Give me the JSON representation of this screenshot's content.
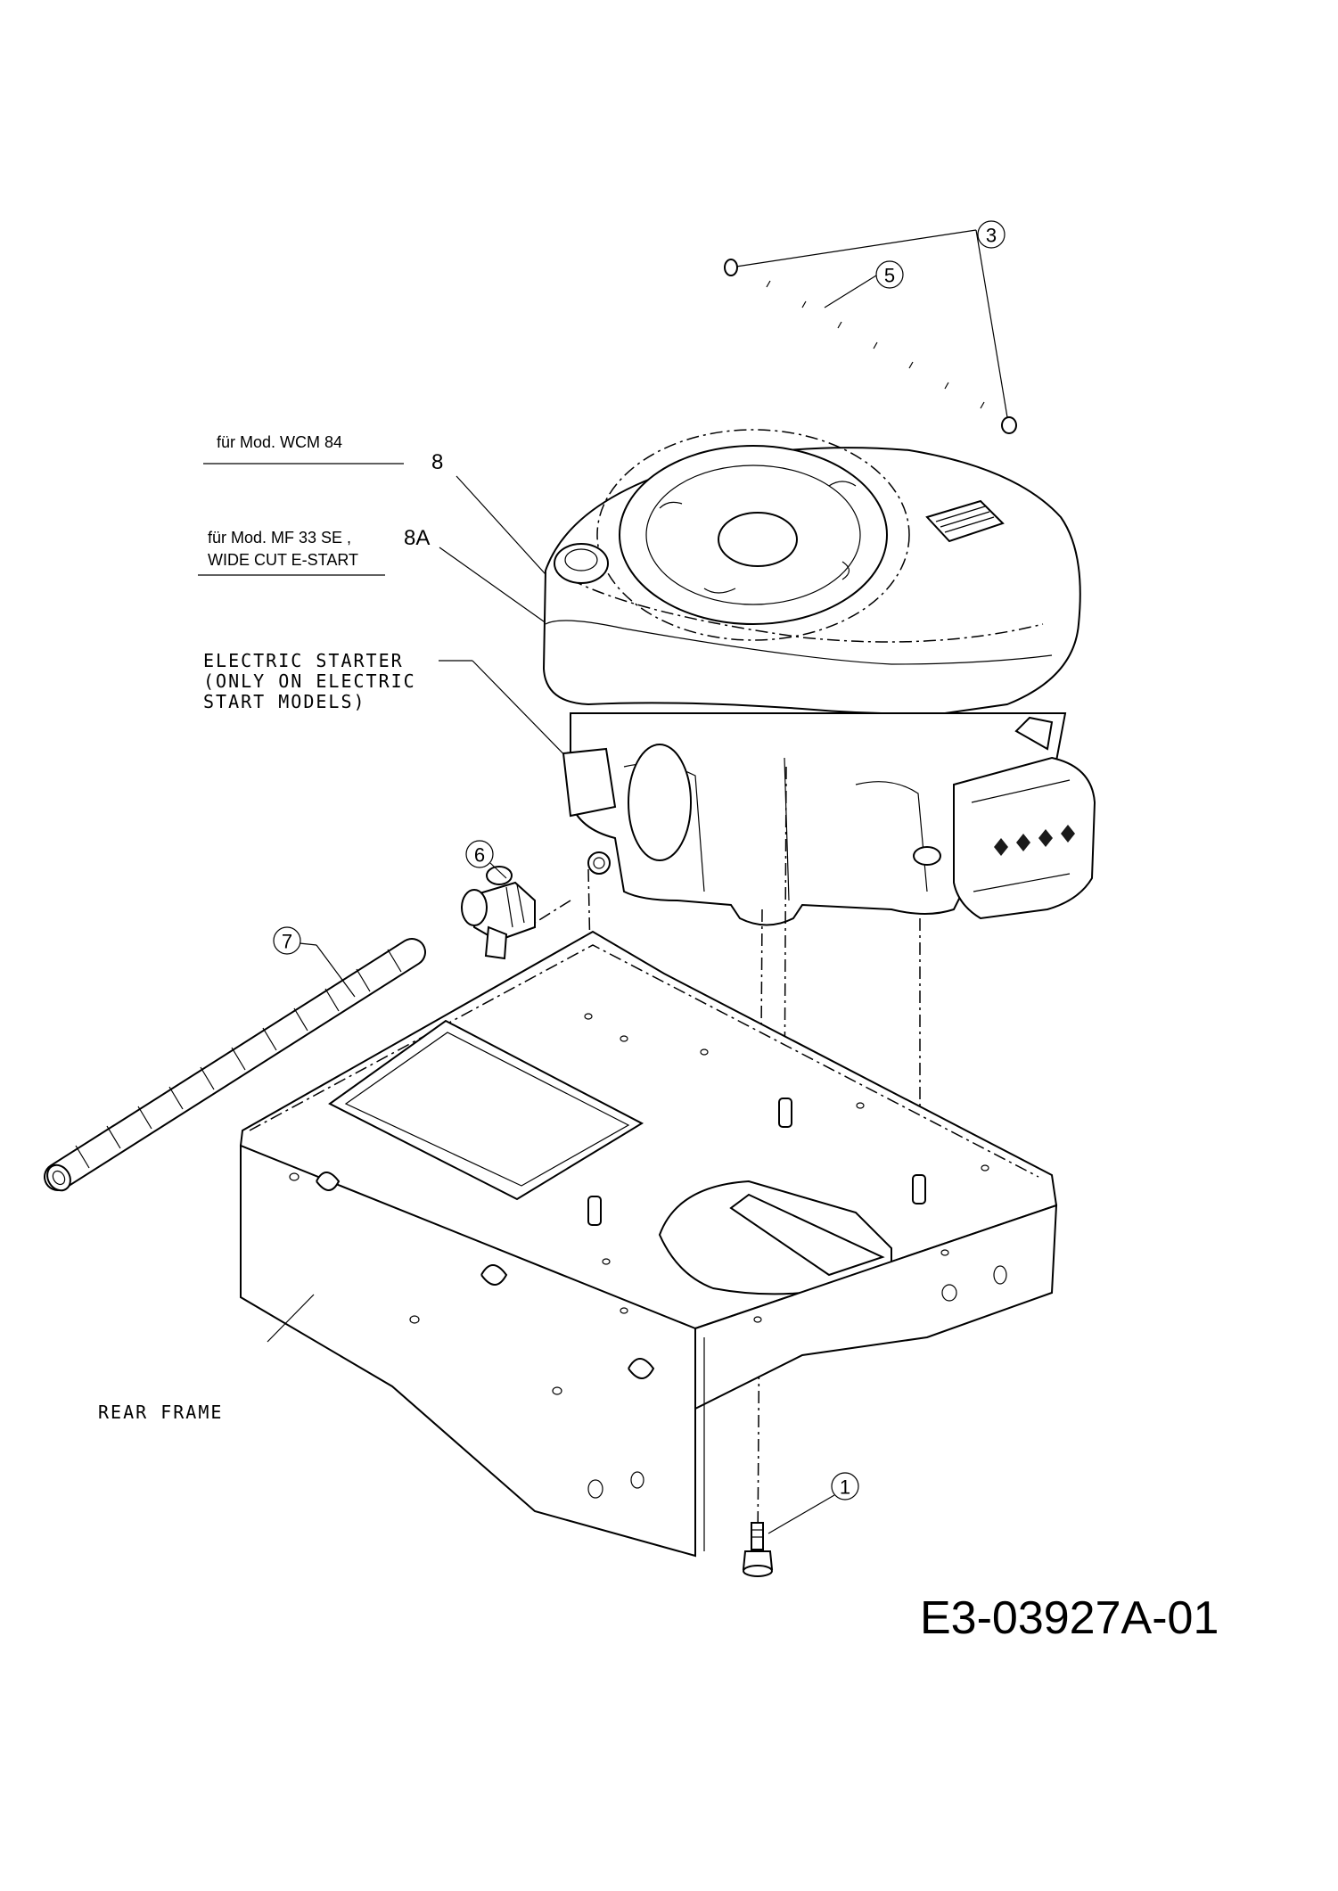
{
  "labels": {
    "variant_wcm": "für Mod. WCM 84",
    "variant_mf_line1": "für Mod. MF 33 SE ,",
    "variant_mf_line2": "WIDE CUT E-START",
    "electric_starter_line1": "ELECTRIC STARTER",
    "electric_starter_line2": "(ONLY ON ELECTRIC",
    "electric_starter_line3": "START MODELS)",
    "rear_frame": "REAR FRAME",
    "drawing_number": "E3-03927A-01"
  },
  "callouts": {
    "c1": "1",
    "c3": "3",
    "c5": "5",
    "c6": "6",
    "c7": "7",
    "c8": "8",
    "c8a": "8A"
  }
}
